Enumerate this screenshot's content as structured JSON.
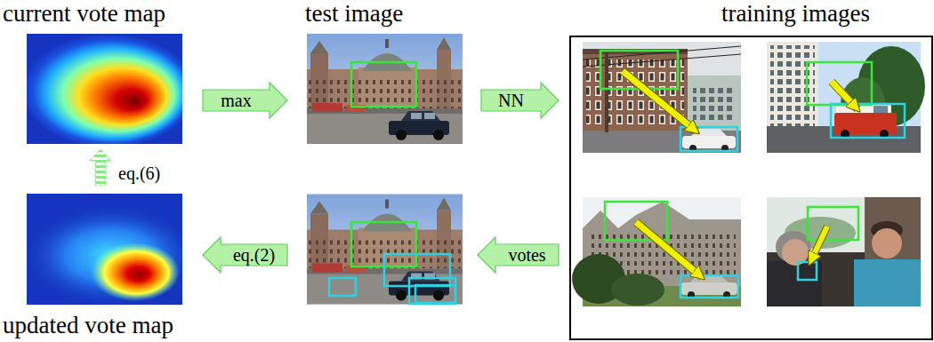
{
  "diagram": {
    "nodes": [
      {
        "text": [
          "current vote map"
        ]
      },
      {
        "text": [
          "test image"
        ]
      },
      {
        "text": [
          "training images"
        ]
      },
      {
        "text": [
          "updated vote map"
        ]
      },
      {
        "text": []
      }
    ],
    "edges": [
      {
        "from": 0,
        "to": 1,
        "label": "max",
        "arrow": "to"
      },
      {
        "from": 1,
        "to": 2,
        "label": "NN",
        "arrow": "to"
      },
      {
        "from": 2,
        "to": 4,
        "label": "votes",
        "arrow": "to"
      },
      {
        "from": 4,
        "to": 3,
        "label": "eq.(2)",
        "arrow": "to"
      },
      {
        "from": 3,
        "to": 0,
        "label": "eq.(6)",
        "arrow": "to"
      }
    ]
  }
}
